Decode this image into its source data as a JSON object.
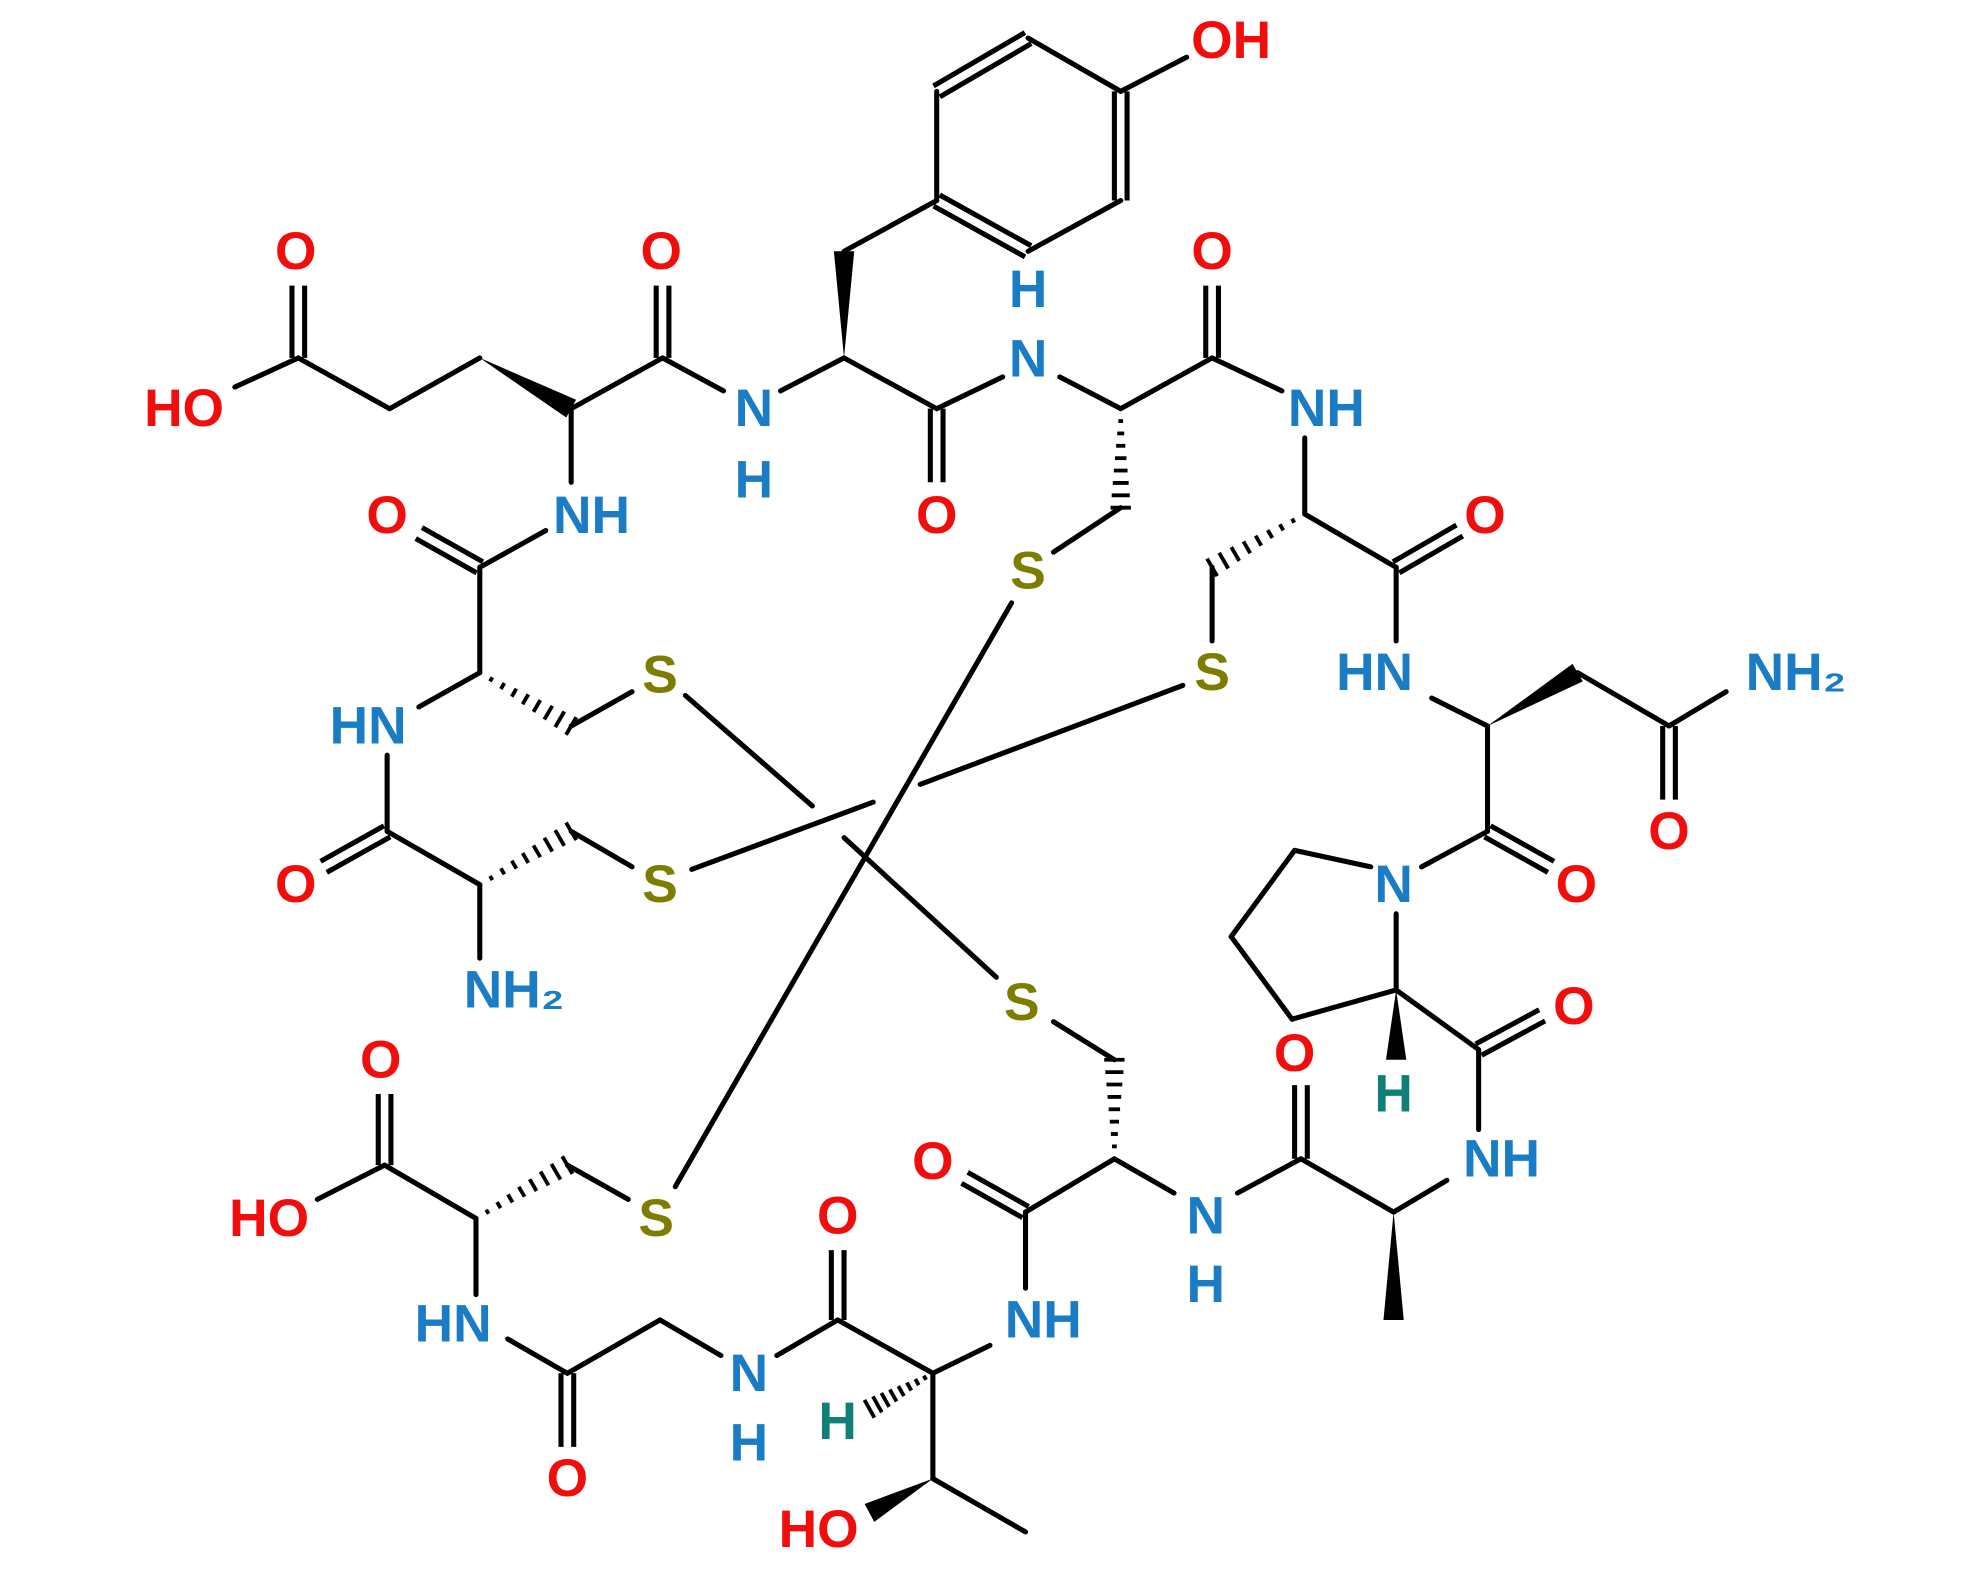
{
  "colors": {
    "O": "#f20d0d",
    "N": "#1a7cc4",
    "S": "#7d7d00",
    "H": "#0f7f78",
    "bond": "#000000"
  },
  "atoms": [
    {
      "t": "O",
      "k": "O"
    },
    {
      "t": "HO",
      "k": "O"
    },
    {
      "t": "O",
      "k": "O"
    },
    {
      "t": "N",
      "k": "N"
    },
    {
      "t": "H",
      "k": "N"
    },
    {
      "t": "H",
      "k": "N"
    },
    {
      "t": "N",
      "k": "N"
    },
    {
      "t": "O",
      "k": "O"
    },
    {
      "t": "NH",
      "k": "N"
    },
    {
      "t": "OH",
      "k": "O"
    },
    {
      "t": "O",
      "k": "O"
    },
    {
      "t": "NH",
      "k": "N"
    },
    {
      "t": "O",
      "k": "O"
    },
    {
      "t": "S",
      "k": "S"
    },
    {
      "t": "O",
      "k": "O"
    },
    {
      "t": "S",
      "k": "S"
    },
    {
      "t": "HN",
      "k": "N"
    },
    {
      "t": "S",
      "k": "S"
    },
    {
      "t": "HN",
      "k": "N"
    },
    {
      "t": "NH₂",
      "k": "N"
    },
    {
      "t": "O",
      "k": "O"
    },
    {
      "t": "S",
      "k": "S"
    },
    {
      "t": "O",
      "k": "O"
    },
    {
      "t": "O",
      "k": "O"
    },
    {
      "t": "N",
      "k": "N"
    },
    {
      "t": "NH₂",
      "k": "N"
    },
    {
      "t": "S",
      "k": "S"
    },
    {
      "t": "O",
      "k": "O"
    },
    {
      "t": "O",
      "k": "O"
    },
    {
      "t": "H",
      "k": "H"
    },
    {
      "t": "O",
      "k": "O"
    },
    {
      "t": "O",
      "k": "O"
    },
    {
      "t": "NH",
      "k": "N"
    },
    {
      "t": "HO",
      "k": "O"
    },
    {
      "t": "S",
      "k": "S"
    },
    {
      "t": "O",
      "k": "O"
    },
    {
      "t": "N",
      "k": "N"
    },
    {
      "t": "H",
      "k": "N"
    },
    {
      "t": "NH",
      "k": "N"
    },
    {
      "t": "HN",
      "k": "N"
    },
    {
      "t": "N",
      "k": "N"
    },
    {
      "t": "H",
      "k": "N"
    },
    {
      "t": "H",
      "k": "H"
    },
    {
      "t": "O",
      "k": "O"
    },
    {
      "t": "HO",
      "k": "O"
    }
  ]
}
